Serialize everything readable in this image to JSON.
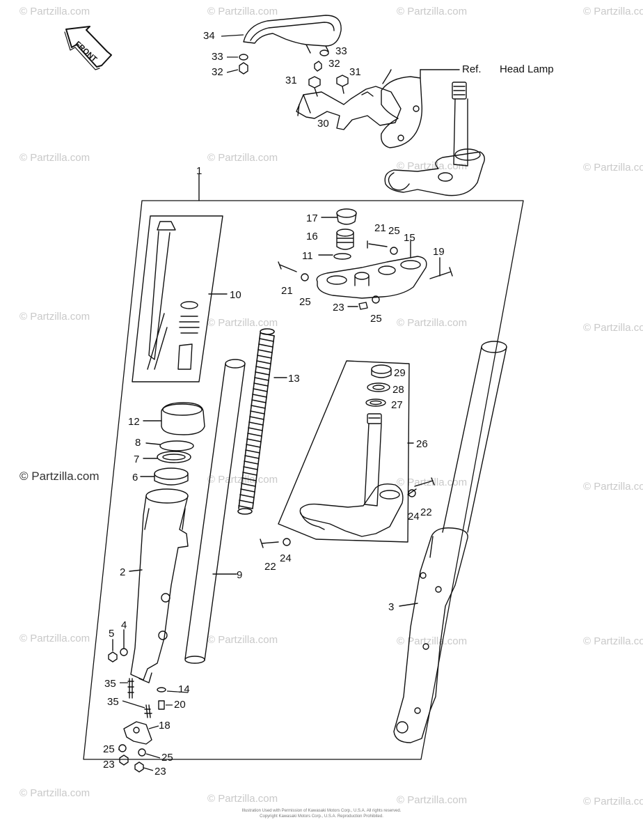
{
  "diagram": {
    "front_label": "FRONT",
    "ref_text": "Ref.",
    "head_lamp_text": "Head Lamp",
    "callouts": {
      "c1": "1",
      "c2": "2",
      "c3": "3",
      "c4": "4",
      "c5": "5",
      "c6": "6",
      "c7": "7",
      "c8": "8",
      "c9": "9",
      "c10": "10",
      "c11": "11",
      "c12": "12",
      "c13": "13",
      "c14": "14",
      "c15": "15",
      "c16": "16",
      "c17": "17",
      "c18": "18",
      "c19": "19",
      "c20": "20",
      "c21a": "21",
      "c21b": "21",
      "c22a": "22",
      "c22b": "22",
      "c23a": "23",
      "c23b": "23",
      "c23c": "23",
      "c24a": "24",
      "c24b": "24",
      "c25a": "25",
      "c25b": "25",
      "c25c": "25",
      "c25d": "25",
      "c25e": "25",
      "c26": "26",
      "c27": "27",
      "c28": "28",
      "c29": "29",
      "c30": "30",
      "c31a": "31",
      "c31b": "31",
      "c32a": "32",
      "c32b": "32",
      "c33a": "33",
      "c33b": "33",
      "c34": "34",
      "c35a": "35",
      "c35b": "35"
    }
  },
  "watermark": {
    "text": "© Partzilla.com"
  },
  "footer": {
    "line1": "Illustration Used with Permission of Kawasaki Motors Corp., U.S.A. All rights reserved.",
    "line2": "Copyright Kawasaki Motors Corp., U.S.A. Reproduction Prohibited."
  }
}
